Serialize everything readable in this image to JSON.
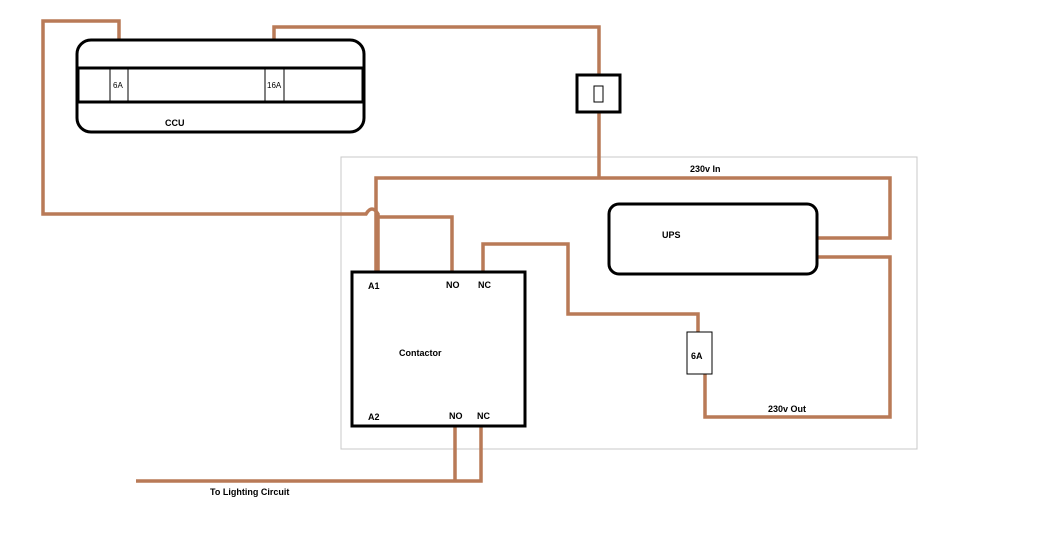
{
  "colors": {
    "wire": "#b97a57",
    "outline": "#000000",
    "enclosure": "#c8c8c8",
    "background": "#ffffff"
  },
  "labels": {
    "ccu": "CCU",
    "breaker_6a": "6A",
    "breaker_16a": "16A",
    "supply_in": "230v In",
    "ups": "UPS",
    "contactor": "Contactor",
    "terminal_a1": "A1",
    "terminal_no_top": "NO",
    "terminal_nc_top": "NC",
    "terminal_a2": "A2",
    "terminal_no_bottom": "NO",
    "terminal_nc_bottom": "NC",
    "fuse_6a": "6A",
    "supply_out": "230v Out",
    "lighting": "To Lighting Circuit"
  }
}
